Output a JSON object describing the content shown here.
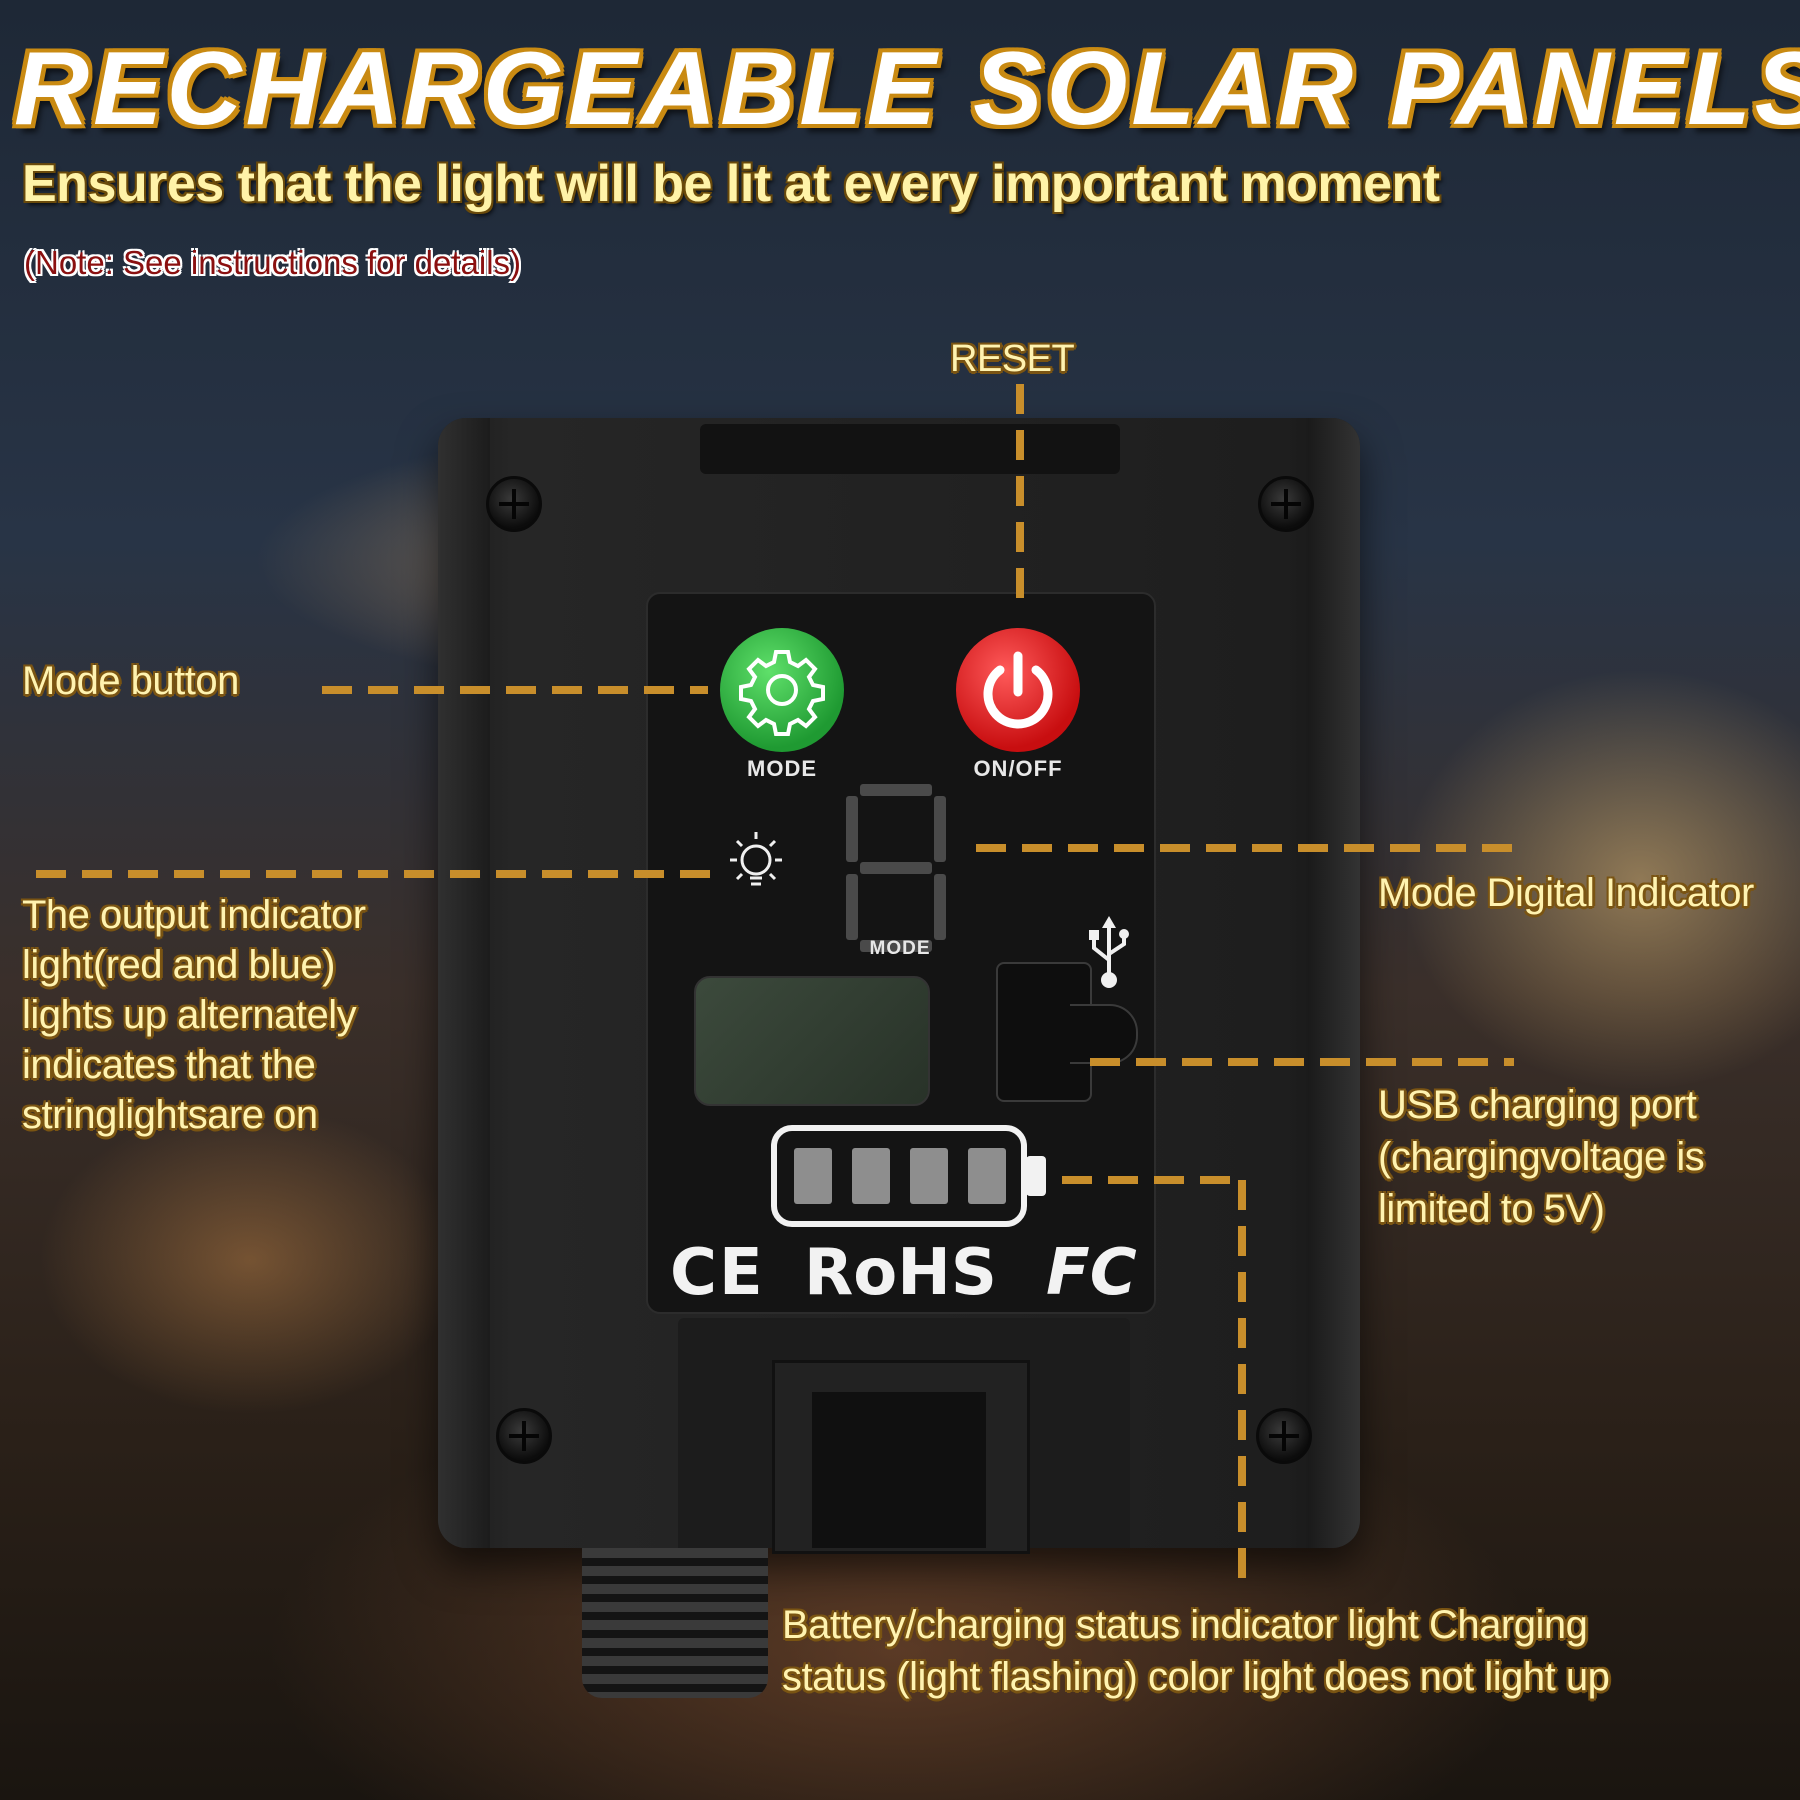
{
  "header": {
    "title": "RECHARGEABLE SOLAR PANELS",
    "subtitle": "Ensures that the light will be lit at every important moment",
    "note": "(Note: See instructions for details)"
  },
  "device": {
    "mode_button_label": "MODE",
    "power_button_label": "ON/OFF",
    "digit_label": "MODE",
    "certifications": {
      "ce": "CE",
      "rohs": "RoHS",
      "fc": "FC"
    },
    "battery_bars": 4
  },
  "callouts": {
    "reset": "RESET",
    "mode_button": "Mode button",
    "output_indicator": [
      "The output indicator",
      "light(red and blue)",
      "lights up alternately",
      "indicates that the",
      "stringlightsare on"
    ],
    "mode_digital_indicator": "Mode Digital Indicator",
    "usb_port": [
      "USB charging port",
      "(chargingvoltage is",
      "limited to 5V)"
    ],
    "battery_status": [
      "Battery/charging status indicator light Charging",
      "status (light flashing) color light does not light up"
    ]
  },
  "colors": {
    "callout_text": "#fff3b0",
    "dash_line": "#c88e2b",
    "title_outline": "#c98a12",
    "note_text": "#8b1010",
    "mode_button": "#1f9a32",
    "power_button": "#c80e10"
  },
  "icons": [
    "gear-icon",
    "power-icon",
    "bulb-icon",
    "usb-icon",
    "battery-icon",
    "seven-segment-digit"
  ]
}
